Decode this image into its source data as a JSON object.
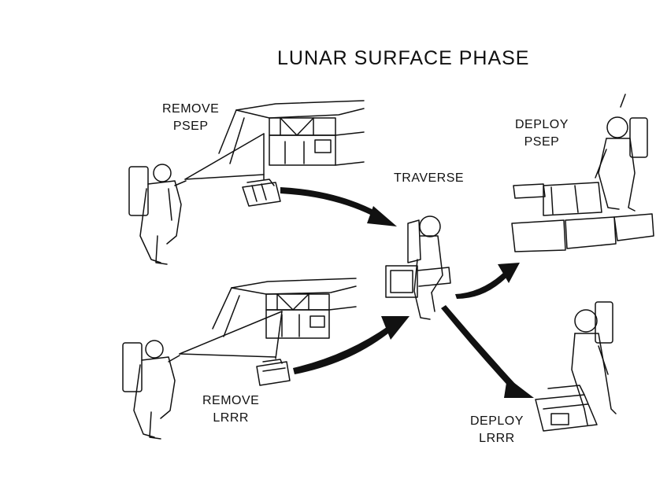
{
  "title": "LUNAR SURFACE PHASE",
  "labels": {
    "remove_psep": [
      "REMOVE",
      "PSEP"
    ],
    "traverse": "TRAVERSE",
    "deploy_psep": [
      "DEPLOY",
      "PSEP"
    ],
    "remove_lrrr": [
      "REMOVE",
      "LRRR"
    ],
    "deploy_lrrr": [
      "DEPLOY",
      "LRRR"
    ]
  },
  "colors": {
    "ink": "#111111",
    "background": "#ffffff"
  }
}
